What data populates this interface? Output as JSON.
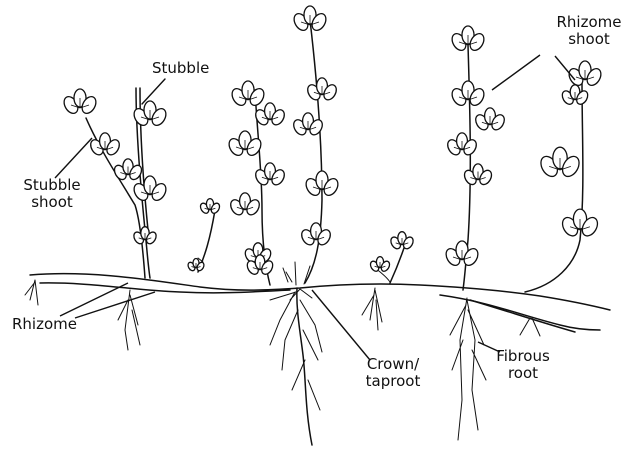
{
  "diagram": {
    "labels": {
      "stubble": "Stubble",
      "stubble_shoot_line1": "Stubble",
      "stubble_shoot_line2": "shoot",
      "rhizome_shoot_line1": "Rhizome",
      "rhizome_shoot_line2": "shoot",
      "rhizome": "Rhizome",
      "crown_line1": "Crown/",
      "crown_line2": "taproot",
      "fibrous_line1": "Fibrous",
      "fibrous_line2": "root"
    },
    "colors": {
      "ink": "#111111",
      "paper": "#ffffff"
    }
  }
}
